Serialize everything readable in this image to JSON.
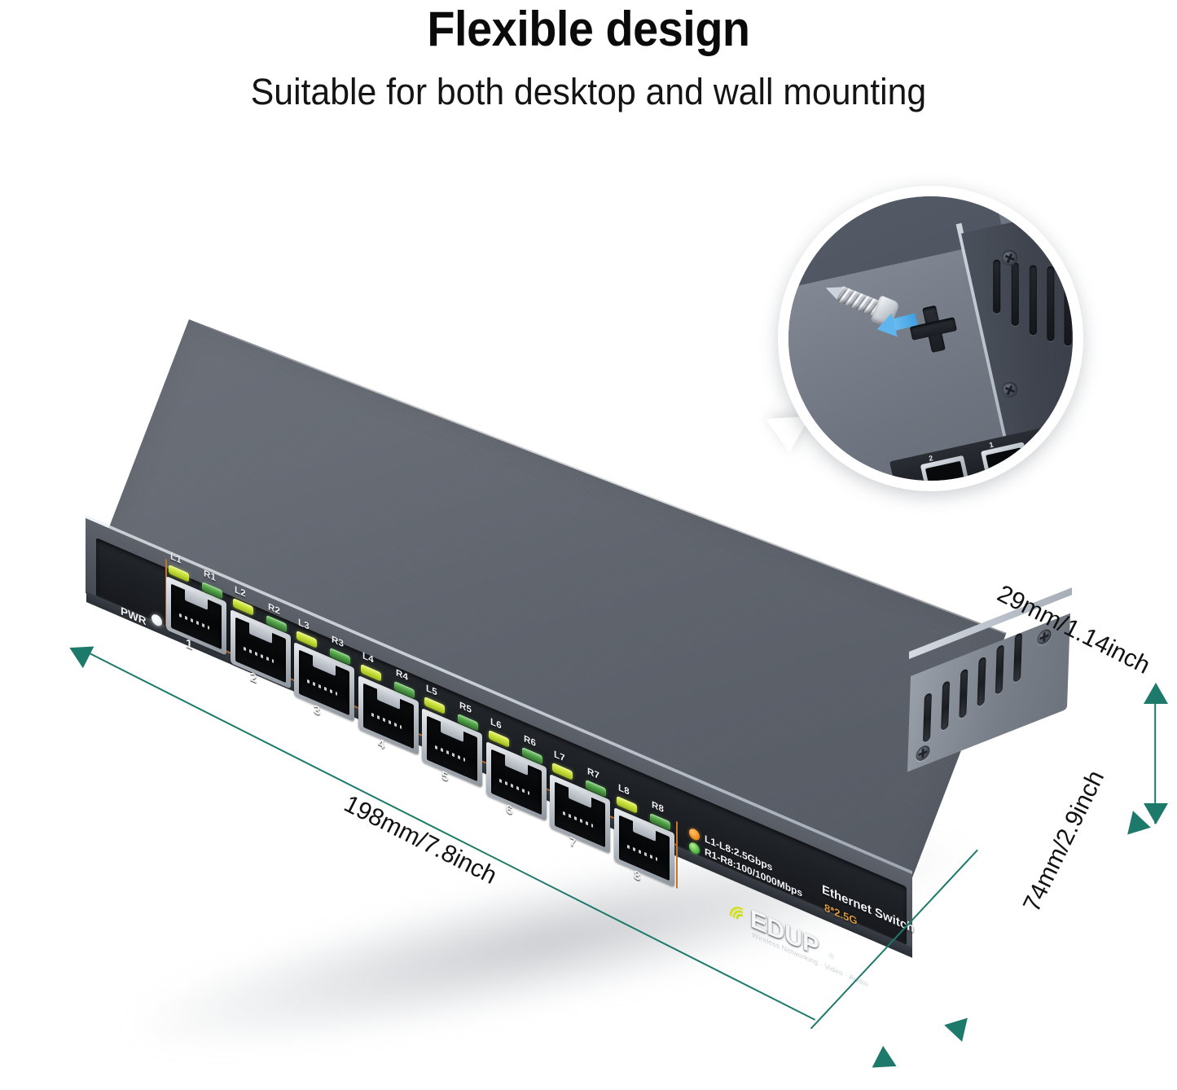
{
  "headings": {
    "title": "Flexible design",
    "subtitle": "Suitable for both desktop and wall mounting"
  },
  "product": {
    "brand_name": "EDUP",
    "brand_registered": "®",
    "brand_tagline": "Wireless Networking · Video · Audio",
    "model_line1": "Ethernet Switch",
    "model_line2": "8*2.5G",
    "power_label": "PWR",
    "legend": {
      "line1": "L1-L8:2.5Gbps",
      "line2": "R1-R8:100/1000Mbps",
      "dot1_color": "#f2942a",
      "dot2_color": "#5cc14a"
    },
    "accent_frame_color": "#c4742c",
    "chassis_color": "#5f646d",
    "ports": [
      {
        "number": "1",
        "led_left": "L1",
        "led_right": "R1"
      },
      {
        "number": "2",
        "led_left": "L2",
        "led_right": "R2"
      },
      {
        "number": "3",
        "led_left": "L3",
        "led_right": "R3"
      },
      {
        "number": "4",
        "led_left": "L4",
        "led_right": "R4"
      },
      {
        "number": "5",
        "led_left": "L5",
        "led_right": "R5"
      },
      {
        "number": "6",
        "led_left": "L6",
        "led_right": "R6"
      },
      {
        "number": "7",
        "led_left": "L7",
        "led_right": "R7"
      },
      {
        "number": "8",
        "led_left": "L8",
        "led_right": "R8"
      }
    ]
  },
  "dimensions": {
    "width_label": "198mm/7.8inch",
    "height_label": "29mm/1.14inch",
    "depth_label": "74mm/2.9inch",
    "arrow_color": "#1d7a6b"
  },
  "callout": {
    "description": "wall-mount keyhole slot with screw",
    "arrow_color": "#5fb6ee",
    "mini_labels": [
      "2",
      "1"
    ]
  }
}
